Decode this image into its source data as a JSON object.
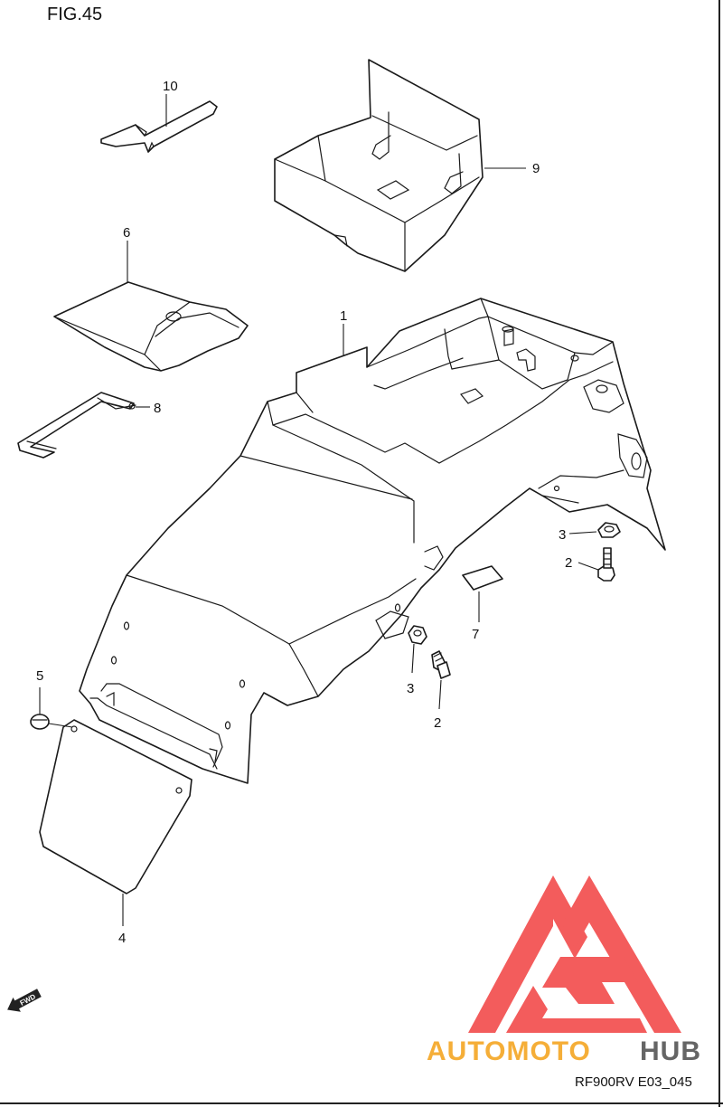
{
  "figure_title": "FIG.45",
  "drawing_code": "RF900RV E03_045",
  "direction_label": "FWD",
  "colors": {
    "line": "#1a1a1a",
    "watermark_red": "#f24b4b",
    "watermark_orange": "#f5a623",
    "watermark_dark": "#555555"
  },
  "watermark": {
    "part1": "AUTOMOTO",
    "part2": "HUB",
    "icon": "triangle-logo-icon"
  },
  "callouts": [
    {
      "number": "1",
      "part": "rear-fender"
    },
    {
      "number": "2",
      "part": "bolt"
    },
    {
      "number": "2",
      "part": "bolt"
    },
    {
      "number": "3",
      "part": "nut"
    },
    {
      "number": "3",
      "part": "nut"
    },
    {
      "number": "4",
      "part": "mud-flap"
    },
    {
      "number": "5",
      "part": "cushion"
    },
    {
      "number": "6",
      "part": "cover"
    },
    {
      "number": "7",
      "part": "tool"
    },
    {
      "number": "8",
      "part": "band"
    },
    {
      "number": "9",
      "part": "tray"
    },
    {
      "number": "10",
      "part": "pad"
    }
  ]
}
